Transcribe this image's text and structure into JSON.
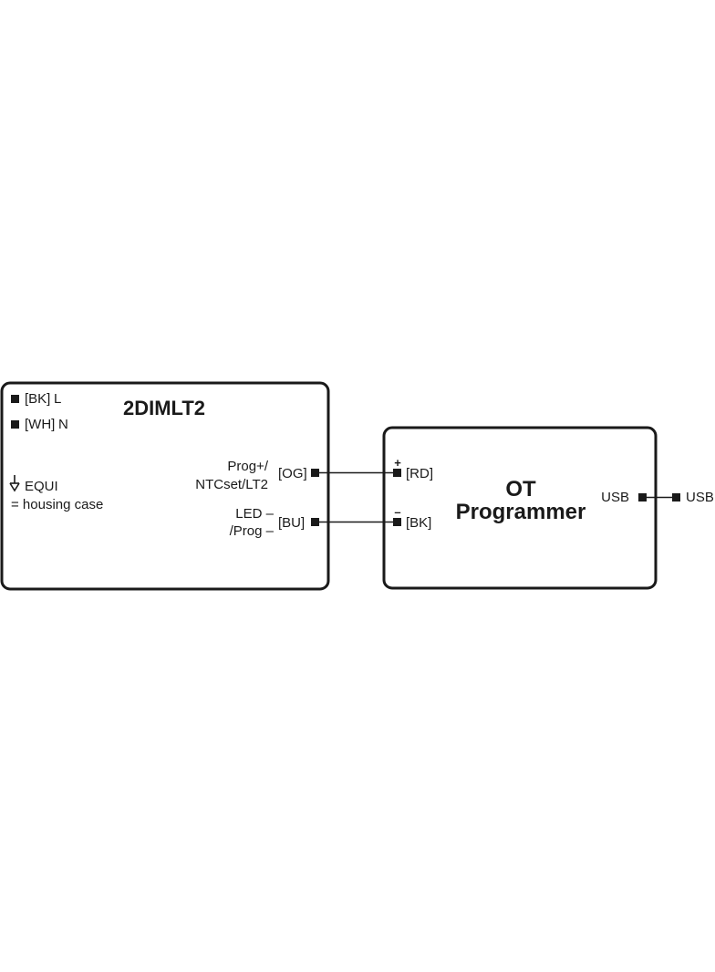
{
  "driver": {
    "title": "2DIMLT2",
    "pins_left": [
      {
        "code": "[BK]",
        "name": "L"
      },
      {
        "code": "[WH]",
        "name": "N"
      }
    ],
    "equi_label": "EQUI",
    "equi_note": "= housing case",
    "pin_og": {
      "line1": "Prog+/",
      "line2": "NTCset/LT2",
      "code": "[OG]"
    },
    "pin_bu": {
      "line1": "LED –",
      "line2": "/Prog –",
      "code": "[BU]"
    }
  },
  "programmer": {
    "title_line1": "OT",
    "title_line2": "Programmer",
    "pin_plus": {
      "sign": "+",
      "code": "[RD]"
    },
    "pin_minus": {
      "sign": "–",
      "code": "[BK]"
    },
    "usb_port": "USB"
  },
  "external": {
    "usb_label": "USB"
  },
  "colors": {
    "line": "#1a1a1a",
    "background": "#ffffff"
  }
}
